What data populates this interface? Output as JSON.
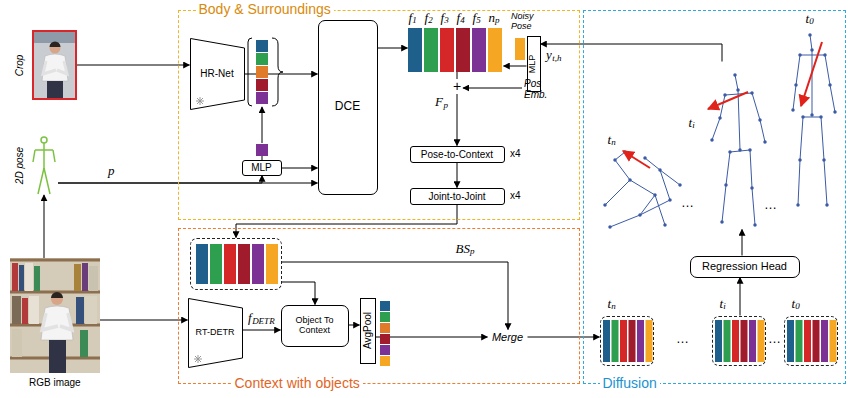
{
  "diagram": {
    "nodes": [
      {
        "text": [
          "Body & Surroundings"
        ]
      },
      {
        "text": [
          "Context with objects"
        ]
      },
      {
        "text": [
          "Diffusion"
        ]
      },
      {
        "text": [
          "Crop"
        ]
      },
      {
        "text": [
          "2D pose"
        ]
      },
      {
        "text": [
          "RGB image"
        ]
      },
      {
        "text": [
          "HR-Net"
        ],
        "in": 0
      },
      {
        "text": [
          "MLP"
        ],
        "in": 0
      },
      {
        "text": [
          "DCE"
        ],
        "in": 0
      },
      {
        "text": [
          "f",
          "1",
          "f",
          "2",
          "f",
          "3",
          "f",
          "4",
          "f",
          "5",
          "n",
          "p"
        ],
        "in": 0
      },
      {
        "text": [
          "Pose-to-Context"
        ],
        "in": 0
      },
      {
        "text": [
          "Joint-to-Joint"
        ],
        "in": 0
      },
      {
        "text": [
          "MLP"
        ],
        "in": 0
      },
      {
        "text": [
          "BS",
          "p"
        ],
        "in": 1
      },
      {
        "text": [
          "RT-DETR"
        ],
        "in": 1
      },
      {
        "text": [
          "Object To Context"
        ],
        "in": 1
      },
      {
        "text": [
          "AvgPool"
        ],
        "in": 1
      },
      {
        "text": [
          "Merge"
        ],
        "in": 1
      },
      {
        "text": [
          "t",
          "n"
        ],
        "in": 2
      },
      {
        "text": [
          "t",
          "i"
        ],
        "in": 2
      },
      {
        "text": [
          "t",
          "0"
        ],
        "in": 2
      },
      {
        "text": [
          "Regression Head"
        ],
        "in": 2
      },
      {
        "text": [
          "t",
          "n"
        ],
        "in": 2
      },
      {
        "text": [
          "t",
          "i"
        ],
        "in": 2
      },
      {
        "text": [
          "t",
          "0"
        ],
        "in": 2
      }
    ],
    "edges": [
      {
        "from": 3,
        "to": 6,
        "arrow": "to"
      },
      {
        "from": 5,
        "to": 4,
        "arrow": "to"
      },
      {
        "from": 4,
        "to": 8,
        "label": "p",
        "arrow": "to"
      },
      {
        "from": 4,
        "to": 7,
        "arrow": "to"
      },
      {
        "from": 6,
        "to": 8,
        "arrow": "to"
      },
      {
        "from": 7,
        "to": 8,
        "arrow": "to"
      },
      {
        "from": 8,
        "to": 9,
        "arrow": "to"
      },
      {
        "from": 12,
        "to": 9,
        "arrow": "to"
      },
      {
        "from": 9,
        "to": 10,
        "arrow": "to"
      },
      {
        "from": 10,
        "to": 11,
        "arrow": "to"
      },
      {
        "from": 11,
        "to": 13,
        "arrow": "to"
      },
      {
        "from": 13,
        "to": 15,
        "arrow": "to"
      },
      {
        "from": 13,
        "to": 17,
        "arrow": "to"
      },
      {
        "from": 5,
        "to": 14,
        "arrow": "to"
      },
      {
        "from": 14,
        "to": 15,
        "arrow": "to"
      },
      {
        "from": 15,
        "to": 16,
        "arrow": "to"
      },
      {
        "from": 16,
        "to": 17,
        "arrow": "to"
      },
      {
        "from": 17,
        "to": 18,
        "arrow": "to"
      },
      {
        "from": 19,
        "to": 21,
        "arrow": "to"
      },
      {
        "from": 21,
        "to": 23,
        "arrow": "to"
      },
      {
        "from": 23,
        "to": 12,
        "arrow": "to"
      }
    ],
    "labels": [
      "x4",
      "x4",
      "+",
      "F",
      "p",
      "Pos Emb.",
      "Noisy Pose",
      "y",
      "t,h",
      "f",
      "DETR",
      "…",
      "…",
      "…",
      "…"
    ]
  }
}
